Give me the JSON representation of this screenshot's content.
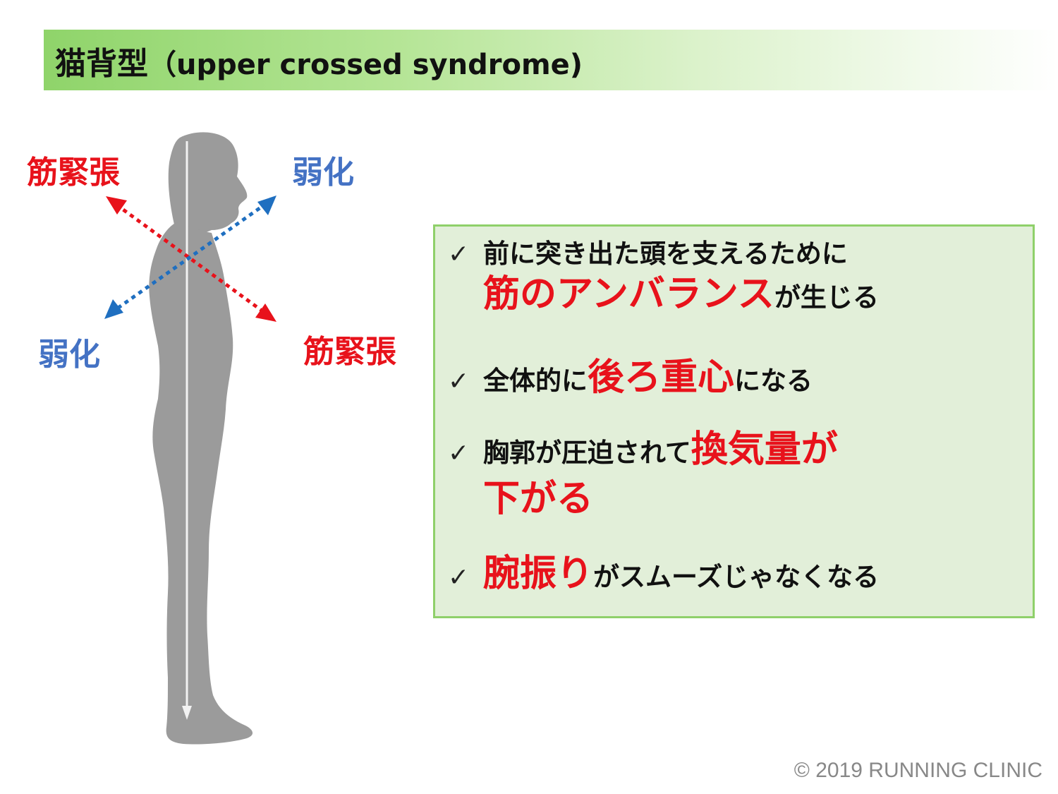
{
  "title": {
    "ja": "猫背型",
    "en": "（upper crossed syndrome)"
  },
  "labels": {
    "tension_upper": "筋緊張",
    "weak_upper": "弱化",
    "weak_lower": "弱化",
    "tension_lower": "筋緊張"
  },
  "box": {
    "check_mark": "✓",
    "item1": {
      "line1": "前に突き出た頭を支えるために",
      "emphasis": "筋のアンバランス",
      "suffix": "が生じる"
    },
    "item2": {
      "prefix": "全体的に",
      "emphasis": "後ろ重心",
      "suffix": "になる"
    },
    "item3": {
      "prefix": "胸郭が圧迫されて",
      "emphasis1": "換気量が",
      "emphasis2": "下がる"
    },
    "item4": {
      "emphasis": "腕振り",
      "suffix": "がスムーズじゃなくなる"
    }
  },
  "colors": {
    "red": "#e8121b",
    "blue": "#4472c4",
    "title_green": "#8fd46a",
    "box_fill": "#e2efd9",
    "box_border": "#8fd06a",
    "silhouette": "#9b9b9b"
  },
  "copyright": "© 2019 RUNNING CLINIC"
}
